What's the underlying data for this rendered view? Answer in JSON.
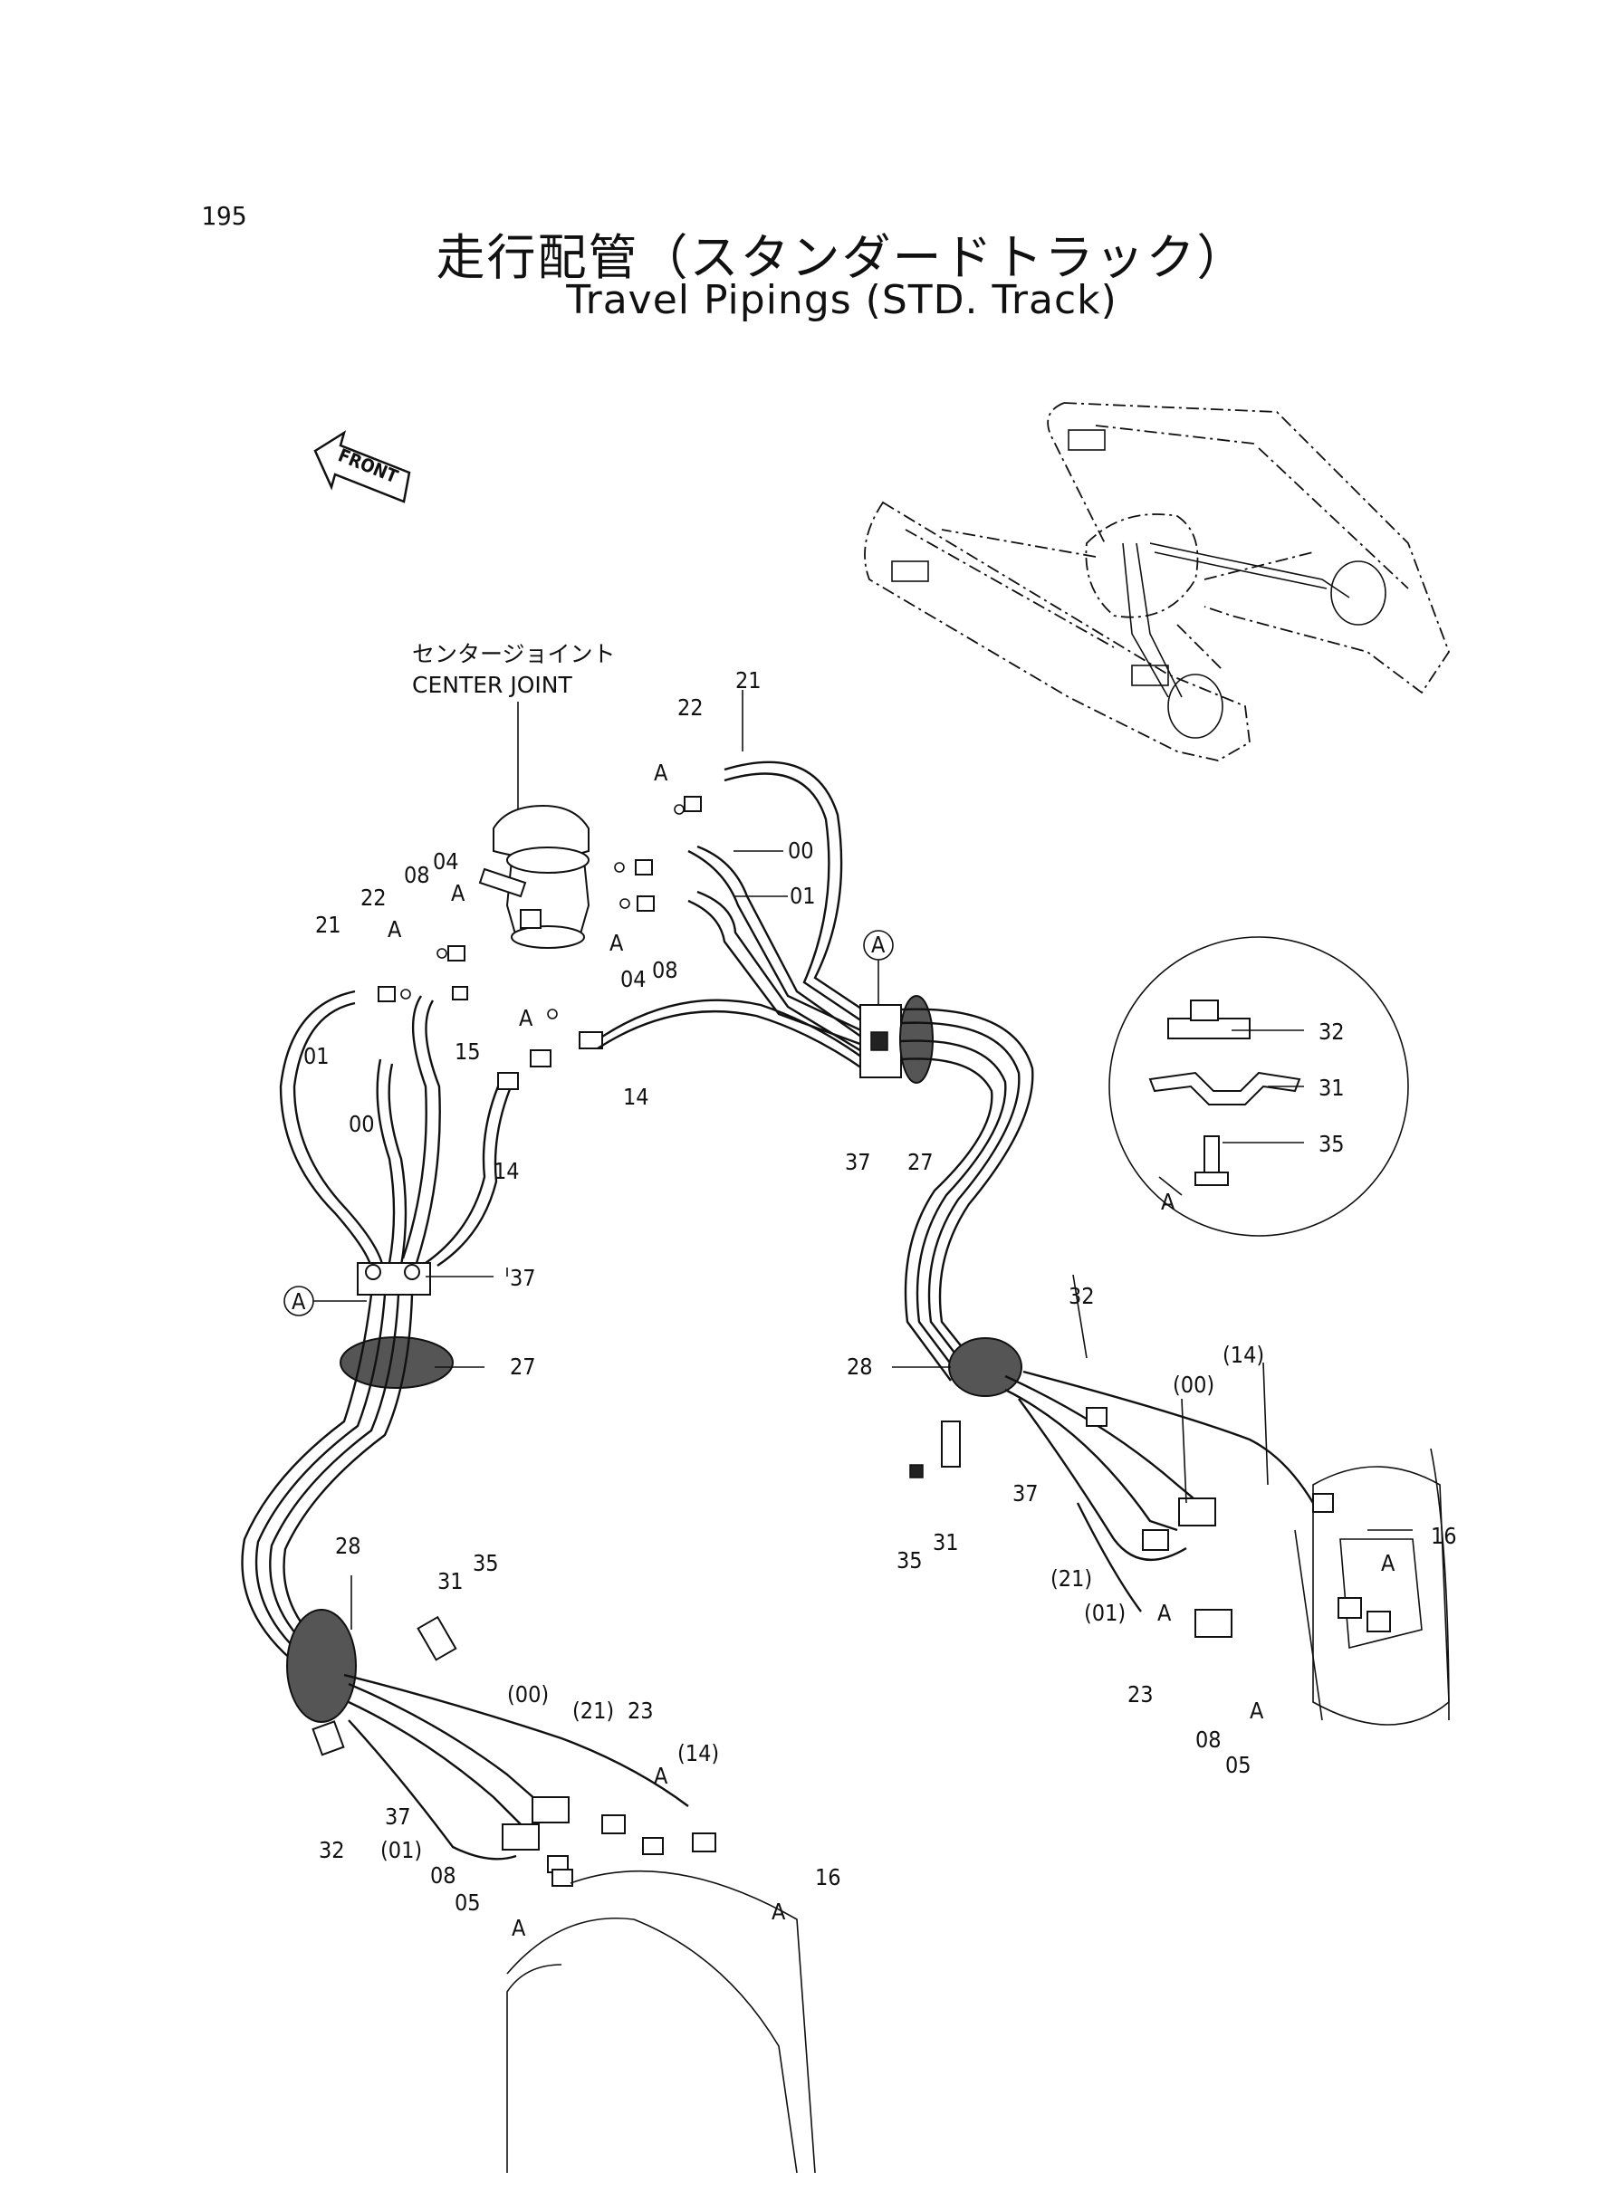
{
  "page_number": "195",
  "title_jp": "走行配管（スタンダードトラック）",
  "title_en": "Travel Pipings (STD. Track)",
  "front_label": "FRONT",
  "center_joint": {
    "jp": "センタージョイント",
    "en": "CENTER JOINT"
  },
  "detail_label": "A",
  "colors": {
    "line": "#111111",
    "background": "#ffffff"
  },
  "labels": {
    "p21_top": "21",
    "p22_top": "22",
    "a_top1": "A",
    "p00_top": "00",
    "p01_top": "01",
    "p04_r": "04",
    "p08_r": "08",
    "a_r": "A",
    "p08_l": "08",
    "p04_l": "04",
    "a_l1": "A",
    "p22_l": "22",
    "a_l2": "A",
    "p21_l": "21",
    "p01_l": "01",
    "p00_l": "00",
    "a_15": "A",
    "p15": "15",
    "p14_l": "14",
    "p14_m": "14",
    "ref_a_top": "A",
    "p37_top": "37",
    "p27_top": "27",
    "p32_det": "32",
    "p31_det": "31",
    "p35_det": "35",
    "ref_a_left": "A",
    "p37_left": "37",
    "p27_left": "27",
    "p32_r": "32",
    "p28_r": "28",
    "p00_rp": "(00)",
    "p14_rp": "(14)",
    "p37_r": "37",
    "p35_r": "35",
    "p31_r": "31",
    "p16_r": "16",
    "a_16r": "A",
    "p21_rp": "(21)",
    "p01_rp": "(01)",
    "a_23r": "A",
    "p23_r": "23",
    "p08_rr": "08",
    "p05_r": "05",
    "a_05r": "A",
    "p28_l": "28",
    "p31_l": "31",
    "p35_l": "35",
    "p00_lp": "(00)",
    "p21_lp": "(21)",
    "p23_l": "23",
    "a_23l": "A",
    "p14_lp": "(14)",
    "p32_l": "32",
    "p37_l": "37",
    "p01_lp": "(01)",
    "p08_ll": "08",
    "p16_l": "16",
    "p05_l": "05",
    "a_05l": "A",
    "a_16l": "A"
  }
}
